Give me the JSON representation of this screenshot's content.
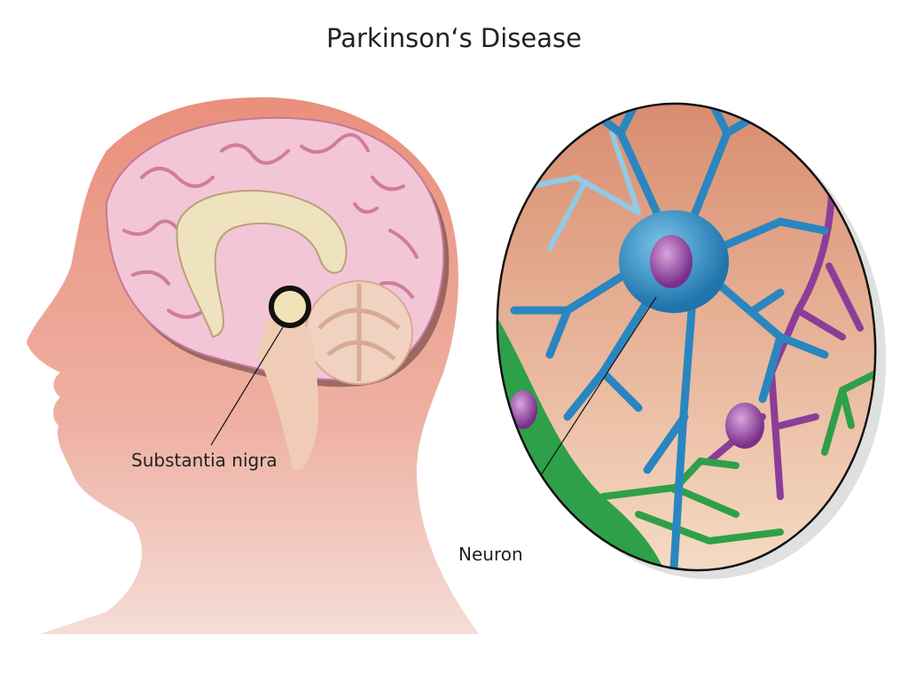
{
  "title": "Parkinson‘s Disease",
  "labels": {
    "substantia_nigra": "Substantia nigra",
    "neuron": "Neuron"
  },
  "colors": {
    "skin_top": "#e9907c",
    "skin_bottom": "#f4d6cf",
    "brain": "#f0c3d6",
    "neuron_blue": "#2a86c0",
    "glia_green": "#2ea04a",
    "purple": "#8a3e98"
  }
}
